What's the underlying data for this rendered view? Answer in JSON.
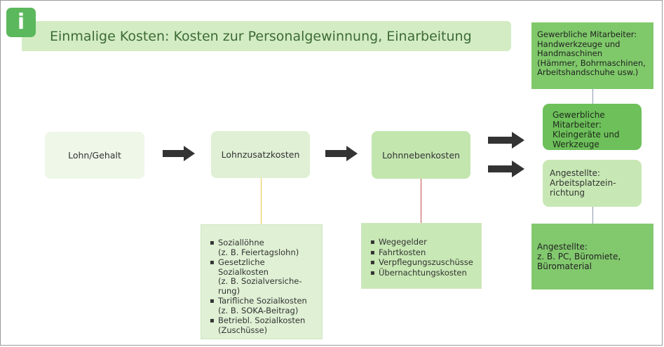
{
  "title": {
    "icon": "info-icon",
    "text": "Einmalige Kosten: Kosten zur Personalgewinnung, Einarbeitung"
  },
  "flow": {
    "lohn": "Lohn/Gehalt",
    "lohnzusatz": "Lohnzusatzkosten",
    "lohnneben": "Lohnnebenkosten"
  },
  "lohnzusatz_details": [
    {
      "label": "Soziallöhne",
      "sub": [
        "(z. B. Feiertagslohn)"
      ]
    },
    {
      "label": "Gesetzliche Sozialkosten",
      "sub": [
        "(z. B. Sozialversiche-",
        "rung)"
      ]
    },
    {
      "label": "Tarifliche Sozialkosten",
      "sub": [
        "(z. B. SOKA-Beitrag)"
      ]
    },
    {
      "label": "Betriebl. Sozialkosten",
      "sub": [
        "(Zuschüsse)"
      ]
    }
  ],
  "lohnneben_details": [
    "Wegegelder",
    "Fahrtkosten",
    "Verpflegungszuschüsse",
    "Übernachtungskosten"
  ],
  "right": {
    "top": [
      "Gewerbliche Mitarbeiter:",
      "Handwerkzeuge und",
      "Handmaschinen",
      "(Hämmer, Bohrmaschinen,",
      "Arbeitshandschuhe usw.)"
    ],
    "gewerblich": [
      "Gewerbliche",
      "Mitarbeiter:",
      "Kleingeräte und",
      "Werkzeuge"
    ],
    "angestellte": [
      "Angestellte:",
      "Arbeitsplatzein-",
      "richtung"
    ],
    "bottom": [
      "Angestellte:",
      "z. B. PC, Büromiete,",
      "Büromaterial"
    ]
  },
  "colors": {
    "icon": "#5cb85c",
    "title_bar": "#d3ecc4",
    "arrow": "#333333",
    "line_yellow": "#e8c84a",
    "line_red": "#c0504d",
    "line_gray": "#8a9bb0"
  }
}
